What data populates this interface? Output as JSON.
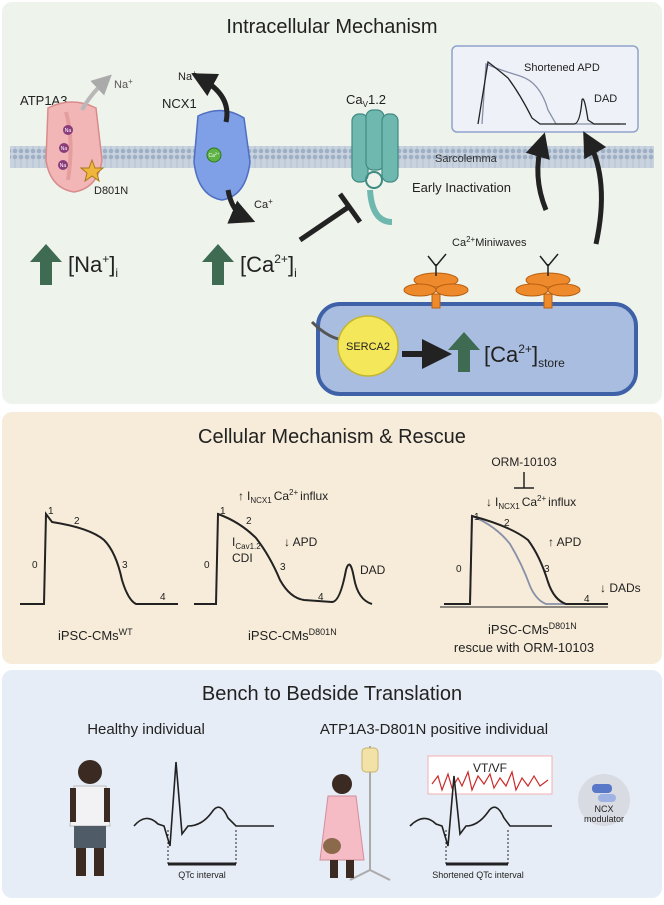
{
  "panel1": {
    "title": "Intracellular Mechanism",
    "atp1a3_label": "ATP1A3",
    "na_out": "Na",
    "na_plus": "+",
    "d801n_label": "D801N",
    "pump_ion": "Na",
    "pump_ion_sup": "+",
    "ncx1_label": "NCX1",
    "ncx_na": "Na",
    "ncx_na_sup": "+",
    "ncx_ca": "Ca",
    "ncx_ca_sup": "+",
    "ncx_ion": "Ca",
    "ncx_ion_sup": "2+",
    "cav_label": "Ca",
    "cav_sub": "V",
    "cav_suffix": "1.2",
    "sarcolemma": "Sarcolemma",
    "early_inactivation": "Early Inactivation",
    "shortened_apd": "Shortened APD",
    "dad": "DAD",
    "ca_miniwaves": "Ca",
    "ca_miniwaves_sup": "2+",
    "ca_miniwaves_suffix": "Miniwaves",
    "na_conc": "[Na",
    "na_conc_sup": "+",
    "na_conc_close": "]",
    "na_conc_sub": "i",
    "ca_conc": "[Ca",
    "ca_conc_sup": "2+",
    "ca_conc_close": "]",
    "ca_conc_sub": "i",
    "serca2": "SERCA2",
    "ca_store": "[Ca",
    "ca_store_sup": "2+",
    "ca_store_close": "]",
    "ca_store_sub": "store"
  },
  "panel2": {
    "title": "Cellular Mechanism & Rescue",
    "wt_caption": "iPSC-CMs",
    "wt_caption_sup": "WT",
    "mut_caption": "iPSC-CMs",
    "mut_caption_sup": "D801N",
    "rescue_caption": "iPSC-CMs",
    "rescue_caption_sup": "D801N",
    "rescue_caption_line2": "rescue with ORM-10103",
    "phase_labels": [
      "0",
      "1",
      "2",
      "3",
      "4"
    ],
    "incx_arrow": "↑",
    "incx_I": "I",
    "incx_sub": "NCX1",
    "incx_ca": "Ca",
    "incx_ca_sup": "2+",
    "incx_influx": "influx",
    "icav_I": "I",
    "icav_sub": "Cav1.2",
    "cdi": "CDI",
    "apd_down": "↓ APD",
    "dad": "DAD",
    "orm_label": "ORM-10103",
    "incx_down_arrow": "↓",
    "apd_up": "↑ APD",
    "dads_down": "↓ DADs"
  },
  "panel3": {
    "title": "Bench to Bedside Translation",
    "healthy": "Healthy individual",
    "positive": "ATP1A3-D801N positive individual",
    "qtc": "QTc interval",
    "shortened_qtc": "Shortened QTc interval",
    "vtvf": "VT/VF",
    "ncx_modulator_line1": "NCX",
    "ncx_modulator_line2": "modulator"
  },
  "colors": {
    "panel1_bg": "#eef3ec",
    "panel2_bg": "#f7ecd9",
    "panel3_bg": "#e7edf6",
    "green_arrow": "#3e6b52",
    "atp_pump": "#f2b6b6",
    "ncx": "#7f9fe6",
    "cav": "#6fb8b0",
    "serca": "#f4e85a",
    "store": "#a9bde0",
    "ryr": "#ee8a2b"
  }
}
